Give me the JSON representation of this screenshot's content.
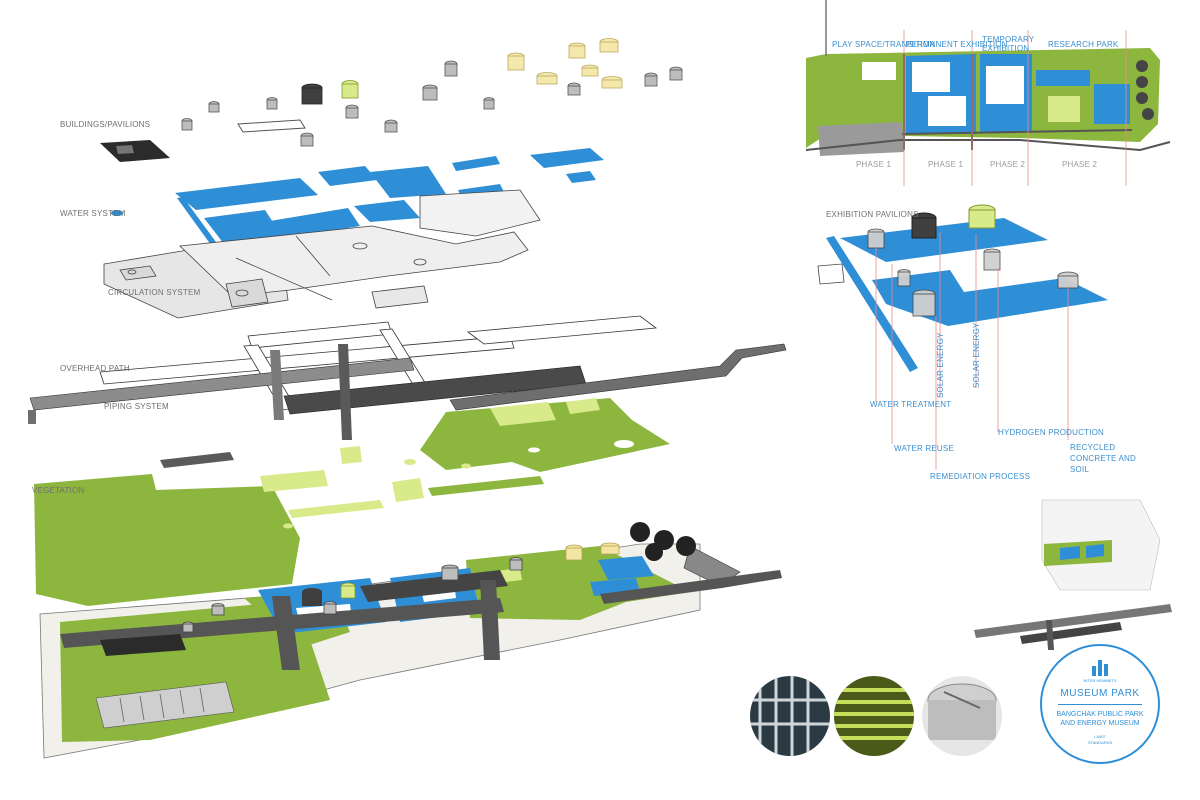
{
  "layers": {
    "buildings": "BUILDINGS/PAVILIONS",
    "water": "WATER SYSTEM",
    "circulation": "CIRCULATION SYSTEM",
    "overhead": "OVERHEAD PATH",
    "piping": "PIPING SYSTEM",
    "vegetation": "VEGETATION"
  },
  "plan": {
    "zones": [
      "PLAY SPACE/TRANSITION",
      "PERMANENT EXHIBITION",
      "TEMPORARY EXHIBITION",
      "RESEARCH PARK"
    ],
    "phases": [
      "PHASE 1",
      "PHASE 1",
      "PHASE 2",
      "PHASE 2"
    ]
  },
  "pavilions": {
    "title": "EXHIBITION PAVILIONS",
    "labels": [
      "WATER TREATMENT",
      "WATER REUSE",
      "SOLAR ENERGY",
      "REMEDIATION PROCESS",
      "SOLAR ENERGY",
      "HYDROGEN PRODUCTION",
      "RECYCLED CONCRETE AND SOIL"
    ]
  },
  "badge": {
    "logo": "INTER HEMMETS",
    "title": "MUSEUM PARK",
    "subtitle": "BANGCHAK PUBLIC PARK AND ENERGY MUSEUM",
    "meta": "LA507 STANDARDS"
  },
  "colors": {
    "water": "#2f8fd6",
    "vegetation": "#8db63f",
    "lime": "#d8ea8a",
    "path": "#555555",
    "label": "#6f6f6f",
    "redline": "#f08a8a"
  }
}
